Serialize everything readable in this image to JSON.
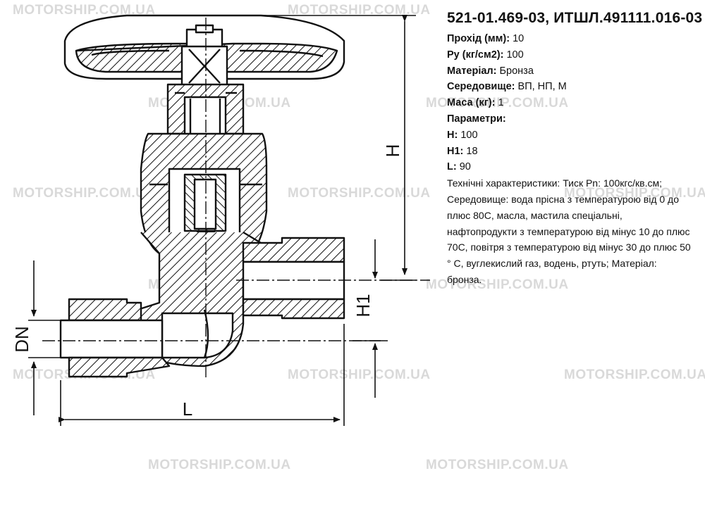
{
  "title": "521-01.469-03, ИТШЛ.491111.016-03",
  "specs": [
    {
      "label": "Прохід (мм)",
      "value": "10"
    },
    {
      "label": "Ру (кг/см2)",
      "value": "100"
    },
    {
      "label": "Матеріал",
      "value": "Бронза"
    },
    {
      "label": "Середовище",
      "value": "ВП, НП, М"
    },
    {
      "label": "Маса (кг)",
      "value": "1"
    }
  ],
  "params_heading": "Параметри:",
  "params": [
    {
      "label": "H",
      "value": "100"
    },
    {
      "label": "H1",
      "value": "18"
    },
    {
      "label": "L",
      "value": "90"
    }
  ],
  "description": "Технічні характеристики: Тиск Pn: 100кгс/кв.см; Середовище: вода прісна з температурою від 0 до плюс 80С, масла, мастила спеціальні, нафтопродукти з температурою від мінус 10 до плюс 70С, повітря з температурою від мінус 30 до плюс 50 ° С, вуглекислий газ, водень, ртуть; Матеріал: бронза.",
  "drawing_labels": {
    "h": "H",
    "h1": "H1",
    "dn": "DN",
    "l": "L"
  },
  "watermark": "MOTORSHIP.COM.UA"
}
